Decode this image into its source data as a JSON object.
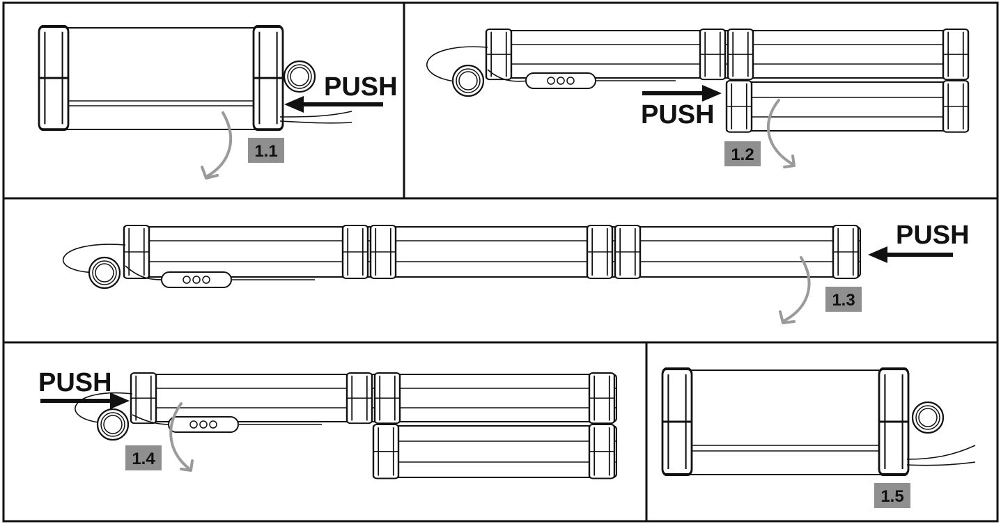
{
  "steps": [
    {
      "id": "step-1-1",
      "label": "1.1",
      "push_label": "PUSH"
    },
    {
      "id": "step-1-2",
      "label": "1.2",
      "push_label": "PUSH"
    },
    {
      "id": "step-1-3",
      "label": "1.3",
      "push_label": "PUSH"
    },
    {
      "id": "step-1-4",
      "label": "1.4",
      "push_label": "PUSH"
    },
    {
      "id": "step-1-5",
      "label": "1.5"
    }
  ],
  "colors": {
    "line": "#111111",
    "badge": "#8f8f8f",
    "curve_arrow": "#9a9a9a",
    "background": "#ffffff"
  }
}
